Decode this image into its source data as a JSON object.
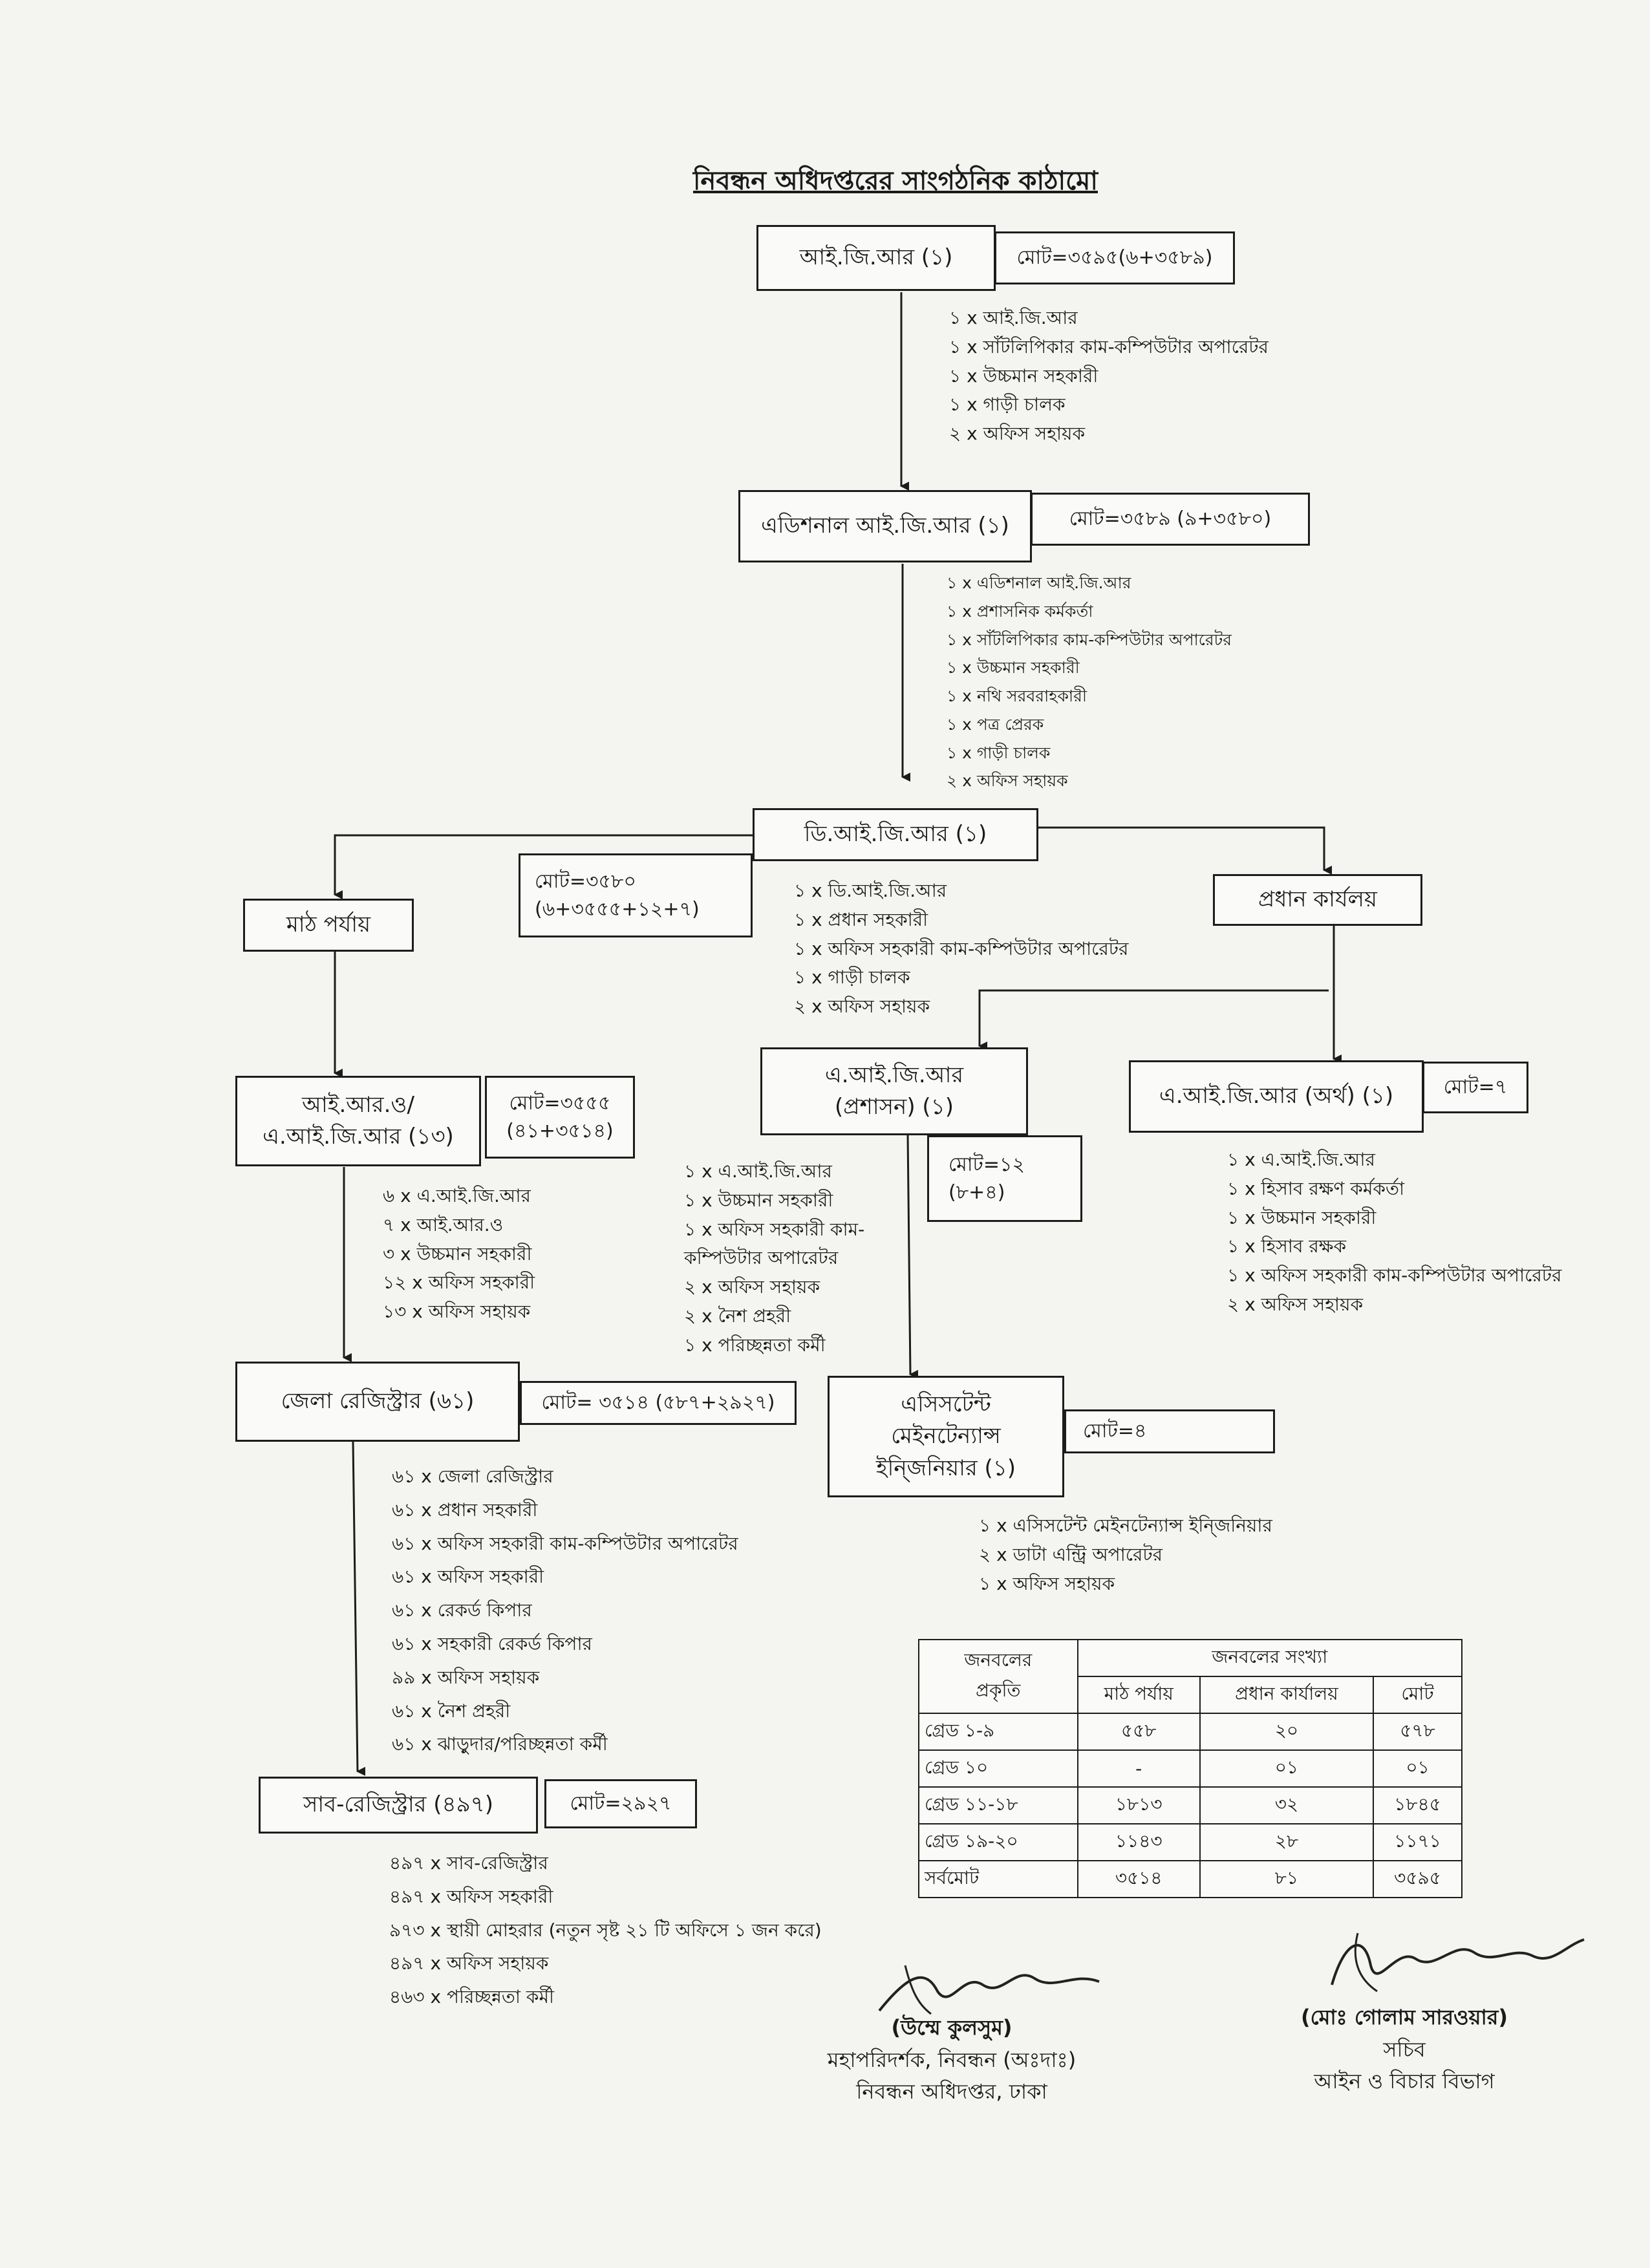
{
  "title": "নিবন্ধন অধিদপ্তরের সাংগঠনিক কাঠামো",
  "igr": {
    "label": "আই.জি.আর (১)",
    "total": "মোট=৩৫৯৫(৬+৩৫৮৯)",
    "staff": [
      "১ x আই.জি.আর",
      "১ x সাঁটলিপিকার কাম-কম্পিউটার অপারেটর",
      "১ x উচ্চমান সহকারী",
      "১ x গাড়ী চালক",
      "২ x অফিস সহায়ক"
    ]
  },
  "additional_igr": {
    "label": "এডিশনাল আই.জি.আর (১)",
    "total": "মোট=৩৫৮৯ (৯+৩৫৮০)",
    "staff": [
      "১ x এডিশনাল আই.জি.আর",
      "১ x প্রশাসনিক কর্মকর্তা",
      "১ x সাঁটলিপিকার কাম-কম্পিউটার অপারেটর",
      "১ x উচ্চমান সহকারী",
      "১ x নথি সরবরাহকারী",
      "১ x পত্র প্রেরক",
      "১ x গাড়ী চালক",
      "২ x অফিস সহায়ক"
    ]
  },
  "digr": {
    "label": "ডি.আই.জি.আর (১)",
    "total_line1": "মোট=৩৫৮০",
    "total_line2": "(৬+৩৫৫৫+১২+৭)",
    "staff": [
      "১ x ডি.আই.জি.আর",
      "১ x প্রধান সহকারী",
      "১ x অফিস সহকারী কাম-কম্পিউটার অপারেটর",
      "১ x গাড়ী চালক",
      "২ x অফিস সহায়ক"
    ]
  },
  "field_level": {
    "label": "মাঠ পর্যায়"
  },
  "head_office": {
    "label": "প্রধান কার্যলয়"
  },
  "iro": {
    "label_line1": "আই.আর.ও/",
    "label_line2": "এ.আই.জি.আর (১৩)",
    "total_line1": "মোট=৩৫৫৫",
    "total_line2": "(৪১+৩৫১৪)",
    "staff": [
      "৬ x এ.আই.জি.আর",
      "৭ x আই.আর.ও",
      "৩ x উচ্চমান সহকারী",
      "১২ x অফিস সহকারী",
      "১৩ x অফিস সহায়ক"
    ]
  },
  "aigr_admin": {
    "label_line1": "এ.আই.জি.আর",
    "label_line2": "(প্রশাসন) (১)",
    "total_line1": "মোট=১২",
    "total_line2": "(৮+৪)",
    "staff": [
      "১ x এ.আই.জি.আর",
      "১ x উচ্চমান সহকারী",
      "১ x অফিস সহকারী কাম-",
      "কম্পিউটার অপারেটর",
      "২ x অফিস সহায়ক",
      "২ x নৈশ প্রহরী",
      "১ x পরিচ্ছন্নতা কর্মী"
    ]
  },
  "aigr_finance": {
    "label": "এ.আই.জি.আর (অর্থ) (১)",
    "total": "মোট=৭",
    "staff": [
      "১ x এ.আই.জি.আর",
      "১ x হিসাব রক্ষণ কর্মকর্তা",
      "১ x উচ্চমান সহকারী",
      "১ x হিসাব রক্ষক",
      "১ x অফিস সহকারী কাম-কম্পিউটার অপারেটর",
      "২ x অফিস সহায়ক"
    ]
  },
  "district_registrar": {
    "label": "জেলা রেজিস্ট্রার (৬১)",
    "total": "মোট= ৩৫১৪ (৫৮৭+২৯২৭)",
    "staff": [
      "৬১ x জেলা রেজিস্ট্রার",
      "৬১ x প্রধান সহকারী",
      "৬১ x অফিস সহকারী কাম-কম্পিউটার অপারেটর",
      "৬১ x অফিস সহকারী",
      "৬১ x রেকর্ড কিপার",
      "৬১ x সহকারী রেকর্ড কিপার",
      "৯৯ x অফিস সহায়ক",
      "৬১ x নৈশ প্রহরী",
      "৬১ x ঝাড়ুদার/পরিচ্ছন্নতা কর্মী"
    ]
  },
  "sub_registrar": {
    "label": "সাব-রেজিস্ট্রার (৪৯৭)",
    "total": "মোট=২৯২৭",
    "staff": [
      "৪৯৭ x সাব-রেজিস্ট্রার",
      "৪৯৭ x অফিস সহকারী",
      "৯৭৩ x স্থায়ী মোহরার (নতুন সৃষ্ট ২১ টি অফিসে ১ জন করে)",
      "৪৯৭ x অফিস সহায়ক",
      "৪৬৩ x পরিচ্ছন্নতা কর্মী"
    ]
  },
  "ame": {
    "label_line1": "এসিসটেন্ট",
    "label_line2": "মেইনটেন্যান্স",
    "label_line3": "ইন্জিনিয়ার (১)",
    "total": "মোট=৪",
    "staff": [
      "১ x এসিসটেন্ট মেইনটেন্যান্স ইন্জিনিয়ার",
      "২ x ডাটা এন্ট্রি অপারেটর",
      "১ x অফিস সহায়ক"
    ]
  },
  "summary_table": {
    "h_nature_1": "জনবলের",
    "h_nature_2": "প্রকৃতি",
    "h_count": "জনবলের সংখ্যা",
    "h_field": "মাঠ পর্যায়",
    "h_head": "প্রধান কার্যালয়",
    "h_total": "মোট",
    "rows": [
      [
        "গ্রেড ১-৯",
        "৫৫৮",
        "২০",
        "৫৭৮"
      ],
      [
        "গ্রেড ১০",
        "-",
        "০১",
        "০১"
      ],
      [
        "গ্রেড ১১-১৮",
        "১৮১৩",
        "৩২",
        "১৮৪৫"
      ],
      [
        "গ্রেড ১৯-২০",
        "১১৪৩",
        "২৮",
        "১১৭১"
      ],
      [
        "সর্বমোট",
        "৩৫১৪",
        "৮১",
        "৩৫৯৫"
      ]
    ]
  },
  "signature_left": {
    "name": "(উম্মে কুলসুম)",
    "line1": "মহাপরিদর্শক, নিবন্ধন (অঃদাঃ)",
    "line2": "নিবন্ধন অধিদপ্তর, ঢাকা"
  },
  "signature_right": {
    "name": "(মোঃ গোলাম সারওয়ার)",
    "line1": "সচিব",
    "line2": "আইন ও বিচার বিভাগ"
  }
}
